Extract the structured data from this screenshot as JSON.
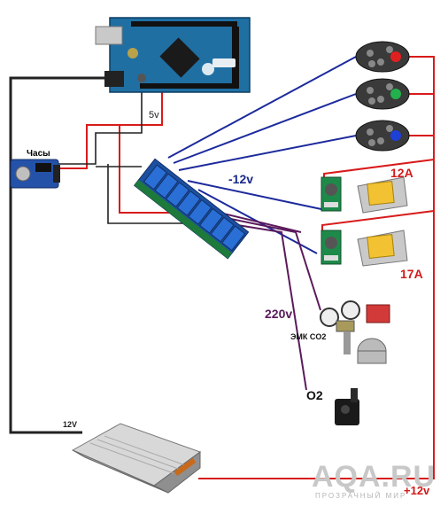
{
  "diagram": {
    "labels": {
      "arduino_5v": "5v",
      "clock": "Часы",
      "led_voltage": "-12v",
      "driver1_current": "12A",
      "driver2_current": "17A",
      "mains": "220v",
      "co2_valve": "ЭМК CO2",
      "o2": "O2",
      "psu_12v": "12V",
      "psu_plus": "+12v"
    },
    "components": [
      "arduino-mega",
      "rtc-clock-module",
      "relay-board-8ch",
      "rgb-led-red",
      "rgb-led-green",
      "rgb-led-blue",
      "led-driver-1",
      "led-driver-2",
      "power-led-1",
      "power-led-2",
      "co2-regulator",
      "air-pump",
      "power-supply"
    ],
    "wire_colors": {
      "led_control": "#1c2a9c",
      "power_positive": "#d81b1b",
      "mains": "#5b1a5b",
      "ground": "#222222"
    },
    "watermark": {
      "main": "AQA.RU",
      "sub": "ПРОЗРАЧНЫЙ МИР"
    }
  }
}
